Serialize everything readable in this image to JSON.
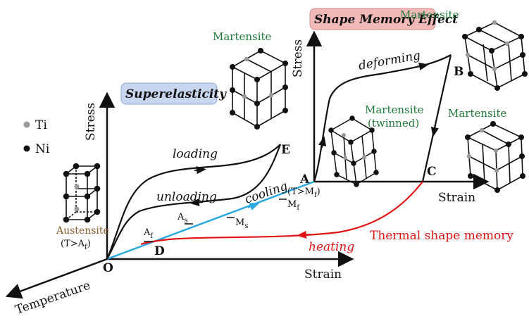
{
  "titles": {
    "superelasticity": "Superelasticity",
    "shape_memory": "Shape Memory Effect"
  },
  "colors": {
    "superelasticity_box": "#c9d6ef",
    "shape_memory_box": "#f2b9b9",
    "cooling_line": "#2aa7e0",
    "heating_line": "#e01414",
    "martensite_text": "#1f7a3a",
    "austensite_text": "#8a5a2b",
    "thermal_text": "#e01414"
  },
  "legend": {
    "ti": "Ti",
    "ni": "Ni"
  },
  "axes": {
    "stress_left": "Stress",
    "stress_right": "Stress",
    "strain_bottom": "Strain",
    "strain_right": "Strain",
    "temperature": "Temperature"
  },
  "points": {
    "O": "O",
    "D": "D",
    "E": "E",
    "A": "A",
    "B": "B",
    "C": "C"
  },
  "curve_labels": {
    "loading": "loading",
    "unloading": "unloading",
    "cooling": "cooling",
    "deforming": "deforming",
    "heating": "heating"
  },
  "temps": {
    "af_base": "A",
    "af_sub": "f",
    "as_base": "A",
    "as_sub": "s",
    "ms_base": "M",
    "ms_sub": "s",
    "mf_base": "M",
    "mf_sub": "f",
    "t_gt_mf": "(T>M",
    "t_gt_mf_sub": "f",
    "t_gt_mf_close": ")"
  },
  "crystals": {
    "austensite": "Austensite",
    "austensite_cond": "(T>A",
    "austensite_cond_sub": "f",
    "austensite_cond_close": ")",
    "martensite_top": "Martensite",
    "martensite_b": "Martensite",
    "martensite_twinned_1": "Martensite",
    "martensite_twinned_2": "(twinned)",
    "martensite_c": "Martensite"
  },
  "thermal_label": "Thermal shape memory"
}
